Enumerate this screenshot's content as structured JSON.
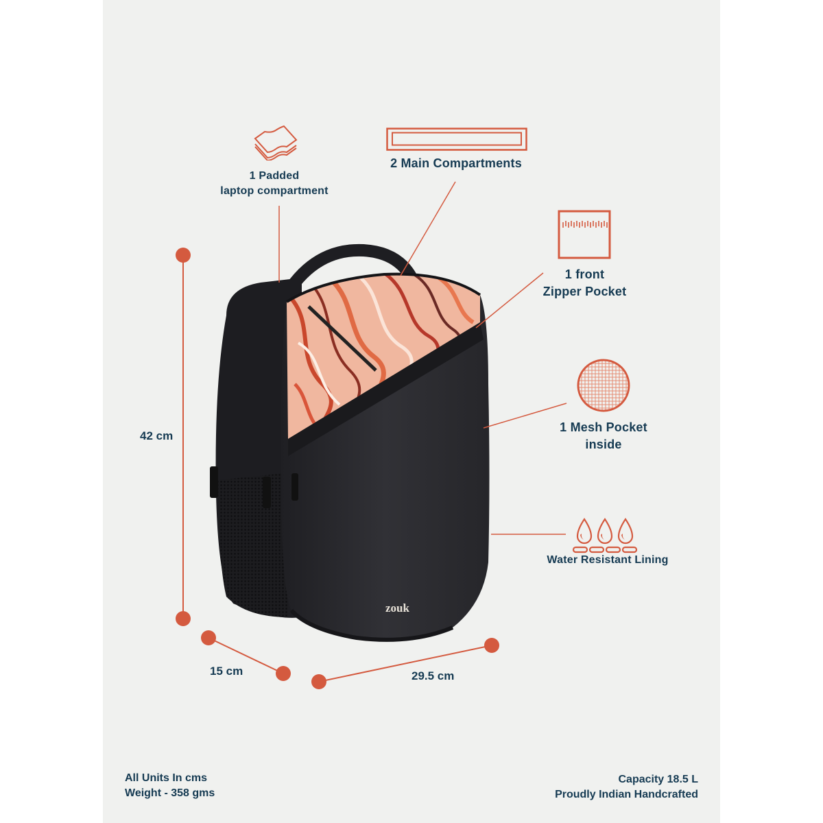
{
  "colors": {
    "accent": "#d45a3f",
    "text": "#153a52",
    "panel_bg": "#f0f1ef",
    "page_bg": "#ffffff",
    "bag_body": "#2b2b30",
    "bag_pattern": "#e6835f"
  },
  "product": {
    "brand_logo": "zouk",
    "image_alt": "Black backpack with orange-red marble print front panel"
  },
  "features": [
    {
      "icon": "padded-layers-icon",
      "label_line1": "1 Padded",
      "label_line2": "laptop compartment"
    },
    {
      "icon": "compartment-rectangle-icon",
      "label_line1": "2 Main Compartments",
      "label_line2": ""
    },
    {
      "icon": "zipper-pocket-icon",
      "label_line1": "1 front",
      "label_line2": "Zipper Pocket"
    },
    {
      "icon": "mesh-circle-icon",
      "label_line1": "1 Mesh Pocket",
      "label_line2": "inside"
    },
    {
      "icon": "water-drops-icon",
      "label_line1": "Water Resistant Lining",
      "label_line2": ""
    }
  ],
  "dimensions": {
    "height": "42 cm",
    "depth": "15 cm",
    "width": "29.5 cm"
  },
  "footer": {
    "units": "All Units In cms",
    "weight": "Weight - 358 gms",
    "capacity": "Capacity 18.5 L",
    "origin": "Proudly Indian Handcrafted"
  }
}
